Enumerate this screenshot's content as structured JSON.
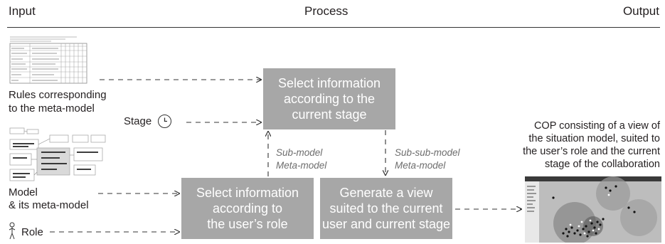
{
  "header": {
    "input": "Input",
    "process": "Process",
    "output": "Output"
  },
  "inputs": {
    "rules_line1": "Rules corresponding",
    "rules_line2": "to the meta-model",
    "stage": "Stage",
    "model_line1": "Model",
    "model_line2": "& its meta-model",
    "role": "Role"
  },
  "process": {
    "select_stage_lines": [
      "Select information",
      "according to the",
      "current stage"
    ],
    "select_role_lines": [
      "Select information",
      "according to",
      "the user’s role"
    ],
    "generate_lines": [
      "Generate a view",
      "suited to the current",
      "user and current stage"
    ],
    "flow_left": [
      "Sub-model",
      "Meta-model"
    ],
    "flow_right": [
      "Sub-sub-model",
      "Meta-model"
    ]
  },
  "output": {
    "caption_lines": [
      "COP consisting of a view of",
      "the situation model, suited to",
      "the user’s role and the current",
      "stage of the collaboration"
    ]
  }
}
